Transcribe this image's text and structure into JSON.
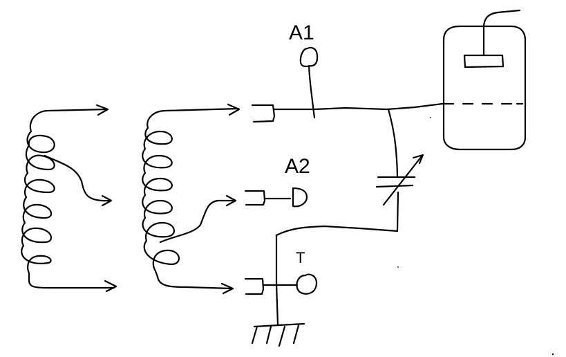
{
  "diagram": {
    "labels": {
      "a1": "A1",
      "a2": "A2",
      "t": "T"
    }
  },
  "colors": {
    "ink": "#000000",
    "background": "#ffffff"
  }
}
